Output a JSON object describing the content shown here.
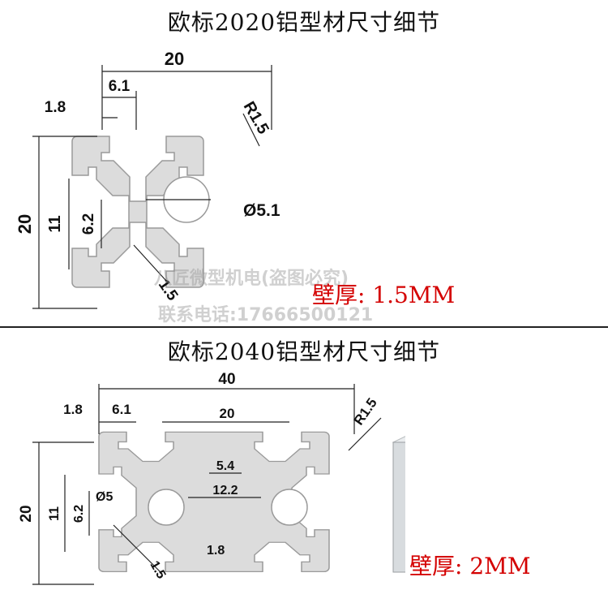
{
  "section1": {
    "title": "欧标2020铝型材尺寸细节",
    "dims": {
      "width": "20",
      "slot": "6.1",
      "lip": "1.8",
      "radius": "R1.5",
      "height": "20",
      "inner": "11",
      "core": "6.2",
      "bore": "Ø5.1",
      "wall": "1.5"
    },
    "wall_label": "壁厚: 1.5MM"
  },
  "section2": {
    "title": "欧标2040铝型材尺寸细节",
    "dims": {
      "width": "40",
      "lip": "1.8",
      "slot": "6.1",
      "pitch": "20",
      "radius": "R1.5",
      "height": "20",
      "inner": "11",
      "core": "6.2",
      "bore": "Ø5",
      "web_top": "5.4",
      "web_mid": "12.2",
      "web_bot": "1.8",
      "wall": "1.5"
    },
    "wall_label": "壁厚: 2MM"
  },
  "watermark": {
    "line1": "八匠微型机电(盗图必究)",
    "line2": "联系电话:17666500121"
  },
  "colors": {
    "profile_fill": "#dcdcdc",
    "profile_stroke": "#9a9a9a",
    "accent": "#d40000"
  }
}
